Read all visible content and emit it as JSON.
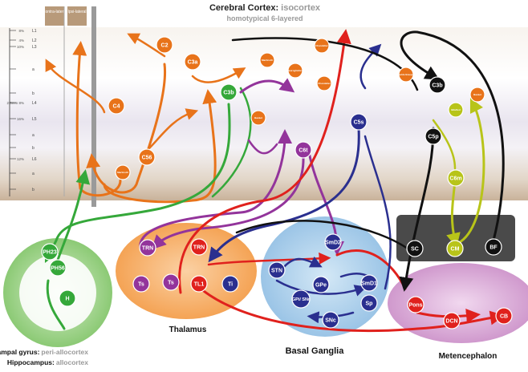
{
  "title": {
    "main": "Cerebral Cortex:",
    "main_sub": "isocortex",
    "sub": "homotypical 6-layered"
  },
  "columns": {
    "contralateral": "Contra-lateral",
    "ipsilateral": "Ipsi-lateral"
  },
  "layers": [
    {
      "pct": "8%",
      "name": "L1"
    },
    {
      "pct": "4%",
      "name": "L2"
    },
    {
      "pct": "10%",
      "name": "L3"
    },
    {
      "pct": "",
      "name": "a"
    },
    {
      "pct": "",
      "name": "b"
    },
    {
      "pct": "2.5mm 8%",
      "name": "L4"
    },
    {
      "pct": "16%",
      "name": "L5"
    },
    {
      "pct": "",
      "name": "a"
    },
    {
      "pct": "",
      "name": "b"
    },
    {
      "pct": "12%",
      "name": "L6"
    },
    {
      "pct": "",
      "name": "a"
    },
    {
      "pct": "",
      "name": "b"
    }
  ],
  "cortex_nodes": [
    "C2",
    "C3a",
    "C4",
    "C56",
    "C3b",
    "C6t",
    "C5s",
    "C3b",
    "C5p",
    "C6m"
  ],
  "interneurons": [
    "Martinotti",
    "Martinotti",
    "Neurogliaform",
    "Chandelier",
    "Chandelier",
    "Double Bouquet",
    "Basket",
    "Basket",
    "Bitufted",
    "Martinotti"
  ],
  "regions": {
    "parahippocampal": "Parahippocampal gyrus:",
    "parahippocampal_sub": "peri-allocortex",
    "hippocampus": "Hippocampus:",
    "hippocampus_sub": "allocortex",
    "thalamus": "Thalamus",
    "basal_ganglia": "Basal Ganglia",
    "metencephalon": "Metencephalon"
  },
  "hippo_nodes": [
    "PH23",
    "PH56",
    "H"
  ],
  "thalamus_nodes": [
    "TRN",
    "TRN",
    "Ts",
    "Ts",
    "TL1",
    "Ti"
  ],
  "bg_nodes": [
    "SmD2",
    "STN",
    "GPe",
    "GPi/ SNr",
    "SmD1",
    "Sp",
    "SNc"
  ],
  "brainstem_nodes": [
    "SC",
    "CM",
    "BF"
  ],
  "meten_nodes": [
    "Pons",
    "DCN",
    "CB"
  ],
  "colors": {
    "orange": "#e8731a",
    "green": "#35a83a",
    "purple": "#93349b",
    "red": "#e0211d",
    "navy": "#2a2f8f",
    "black": "#111111",
    "olive": "#b8c419",
    "thalamus_bg": "#f6a85a",
    "bg_bg": "#9fc7e6",
    "meten_bg": "#d8a6d6",
    "hippo_bg": "#86c86e"
  }
}
